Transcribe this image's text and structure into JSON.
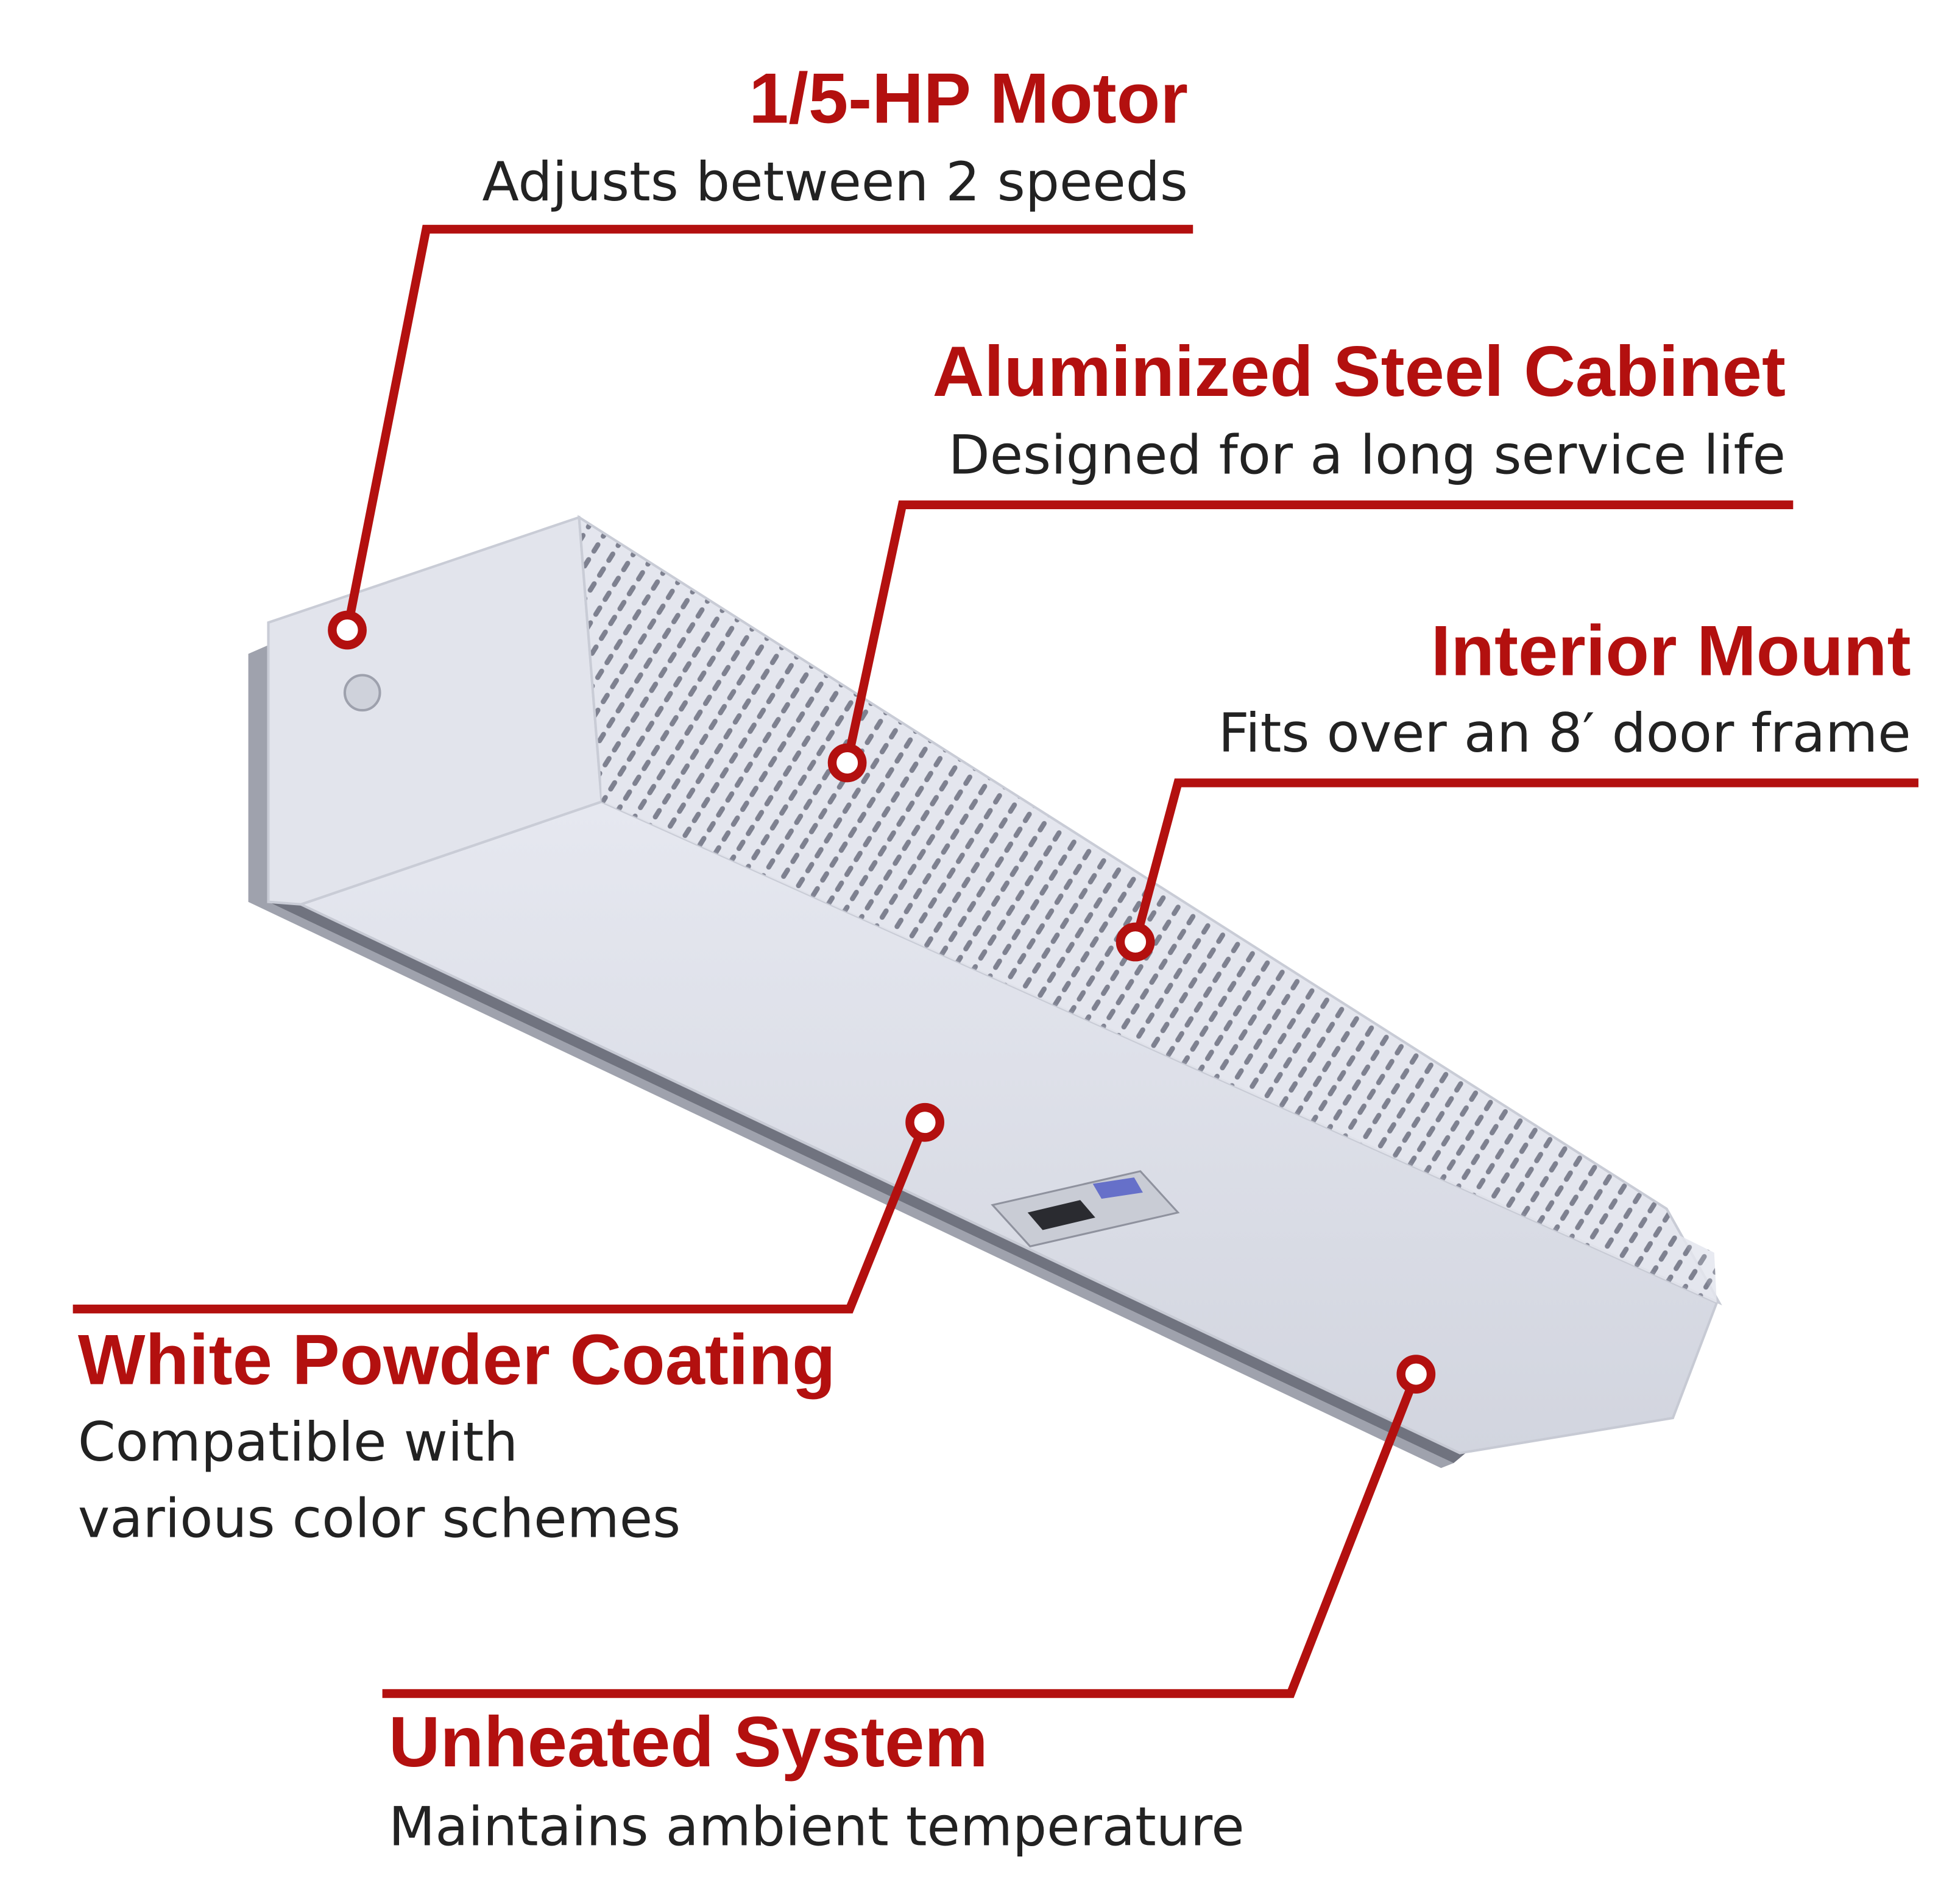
{
  "callouts": [
    {
      "title": "1/5-HP Motor",
      "lines": [
        "Adjusts between 2 speeds"
      ]
    },
    {
      "title": "Aluminized Steel Cabinet",
      "lines": [
        "Designed for a long service life"
      ]
    },
    {
      "title": "Interior Mount",
      "lines": [
        "Fits over an 8′ door frame"
      ]
    },
    {
      "title": "White Powder Coating",
      "lines": [
        "Compatible with",
        "various color schemes"
      ]
    },
    {
      "title": "Unheated System",
      "lines": [
        "Maintains ambient temperature"
      ]
    }
  ],
  "colors": {
    "accent": "#b3100f",
    "text": "#222222",
    "product": "#dfe1ea"
  }
}
